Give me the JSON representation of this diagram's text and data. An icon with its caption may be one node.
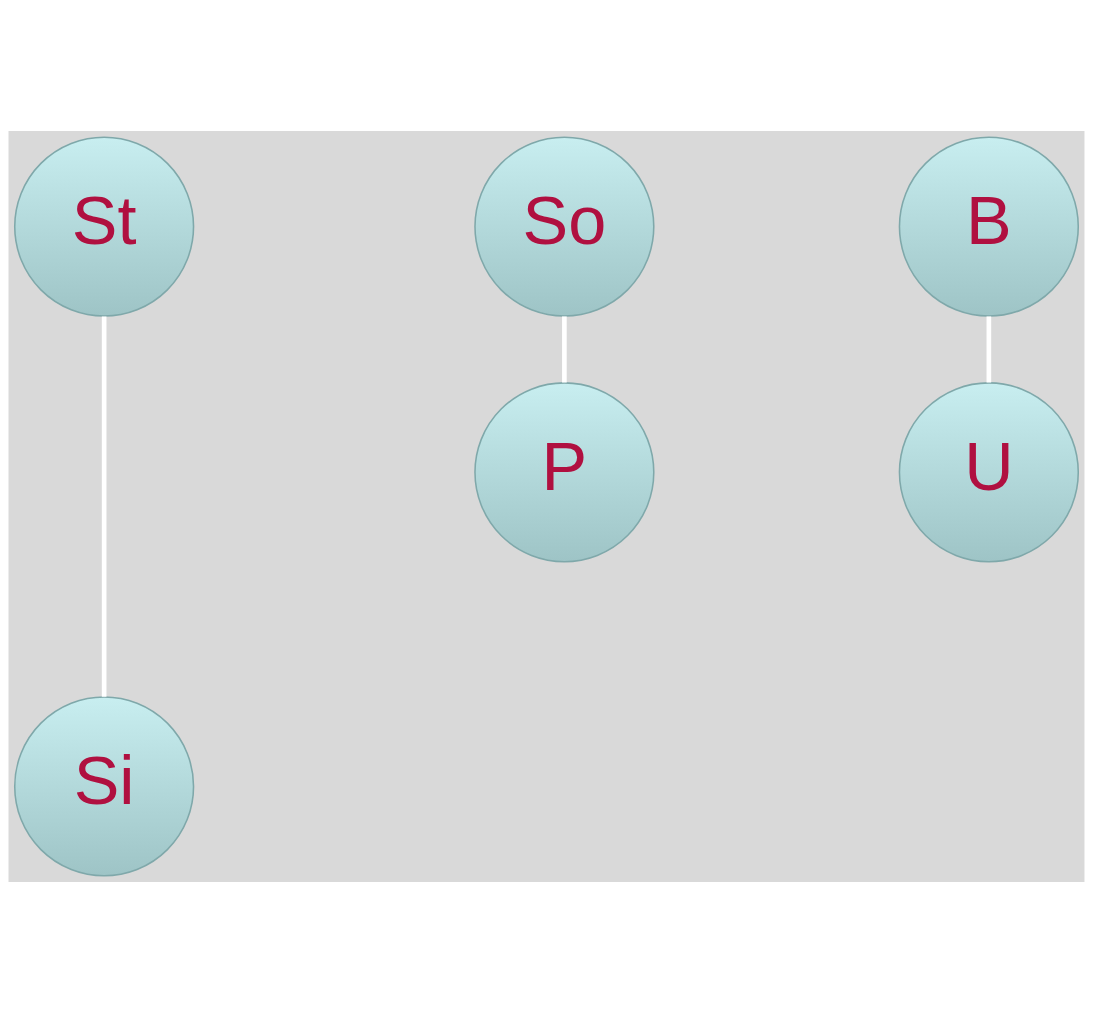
{
  "diagram": {
    "nodes": [
      {
        "text": [
          "St"
        ]
      },
      {
        "text": [
          "So"
        ]
      },
      {
        "text": [
          "B"
        ]
      },
      {
        "text": [
          "U"
        ]
      },
      {
        "text": [
          "P"
        ]
      },
      {
        "text": [
          "Si"
        ]
      }
    ],
    "edges": [
      {
        "from": 0,
        "to": 5,
        "arrow": "none"
      },
      {
        "from": 1,
        "to": 4,
        "arrow": "none"
      },
      {
        "from": 2,
        "to": 3,
        "arrow": "none"
      }
    ]
  }
}
